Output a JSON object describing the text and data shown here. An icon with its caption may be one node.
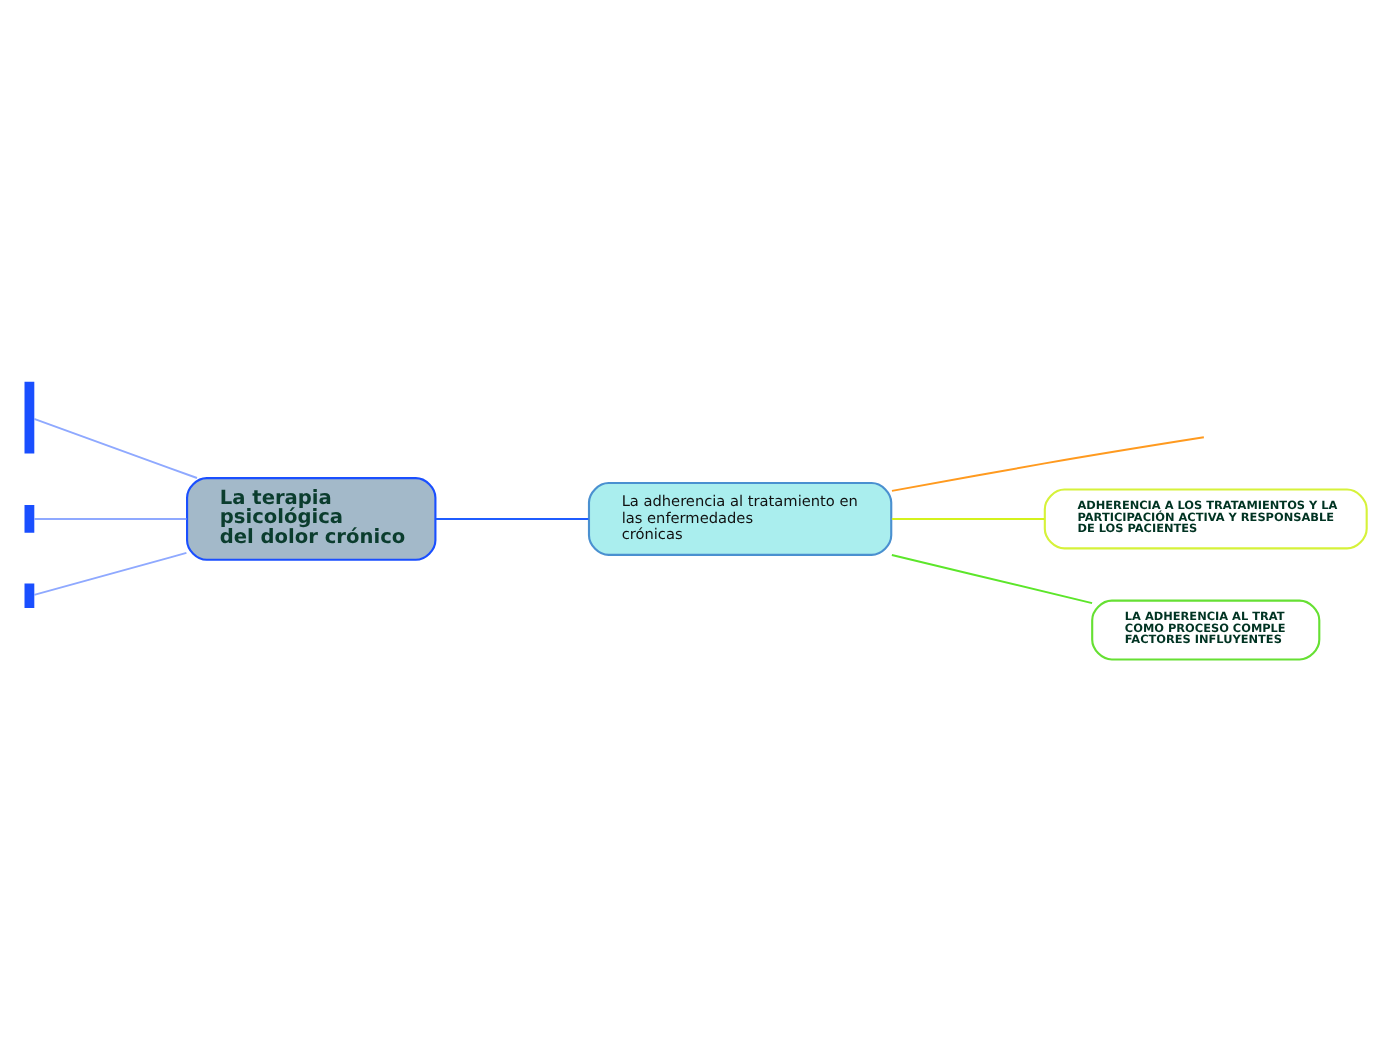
{
  "diagram": {
    "nodes": [
      {
        "text": [
          "La terapia psicológica del dolor crónico"
        ]
      },
      {
        "text": [
          "La adherencia al tratamiento en las enfermedades crónicas"
        ]
      },
      {
        "text": [
          "ADHERENCIA A LOS TRATAMIENTOS Y LA PARTICIPACIÓN ACTIVA Y RESPONSABLE DE LOS PACIENTES"
        ]
      },
      {
        "text": [
          "LA ADHERENCIA AL TRAT COMO PROCESO COMPLE FACTORES INFLUYENTES"
        ]
      },
      {
        "text": [],
        "shape": "bar"
      },
      {
        "text": [],
        "shape": "bar"
      },
      {
        "text": [],
        "shape": "bar"
      }
    ],
    "edges": [
      {
        "from": 0,
        "to": 4,
        "arrow": "none"
      },
      {
        "from": 0,
        "to": 5,
        "arrow": "none"
      },
      {
        "from": 0,
        "to": 6,
        "arrow": "none"
      },
      {
        "from": 0,
        "to": 1,
        "arrow": "none",
        "color": "#1f5cff"
      },
      {
        "from": 1,
        "to": null,
        "arrow": "none",
        "color": "#ff9a1f"
      },
      {
        "from": 1,
        "to": 2,
        "arrow": "none",
        "color": "#d4f21c"
      },
      {
        "from": 1,
        "to": 3,
        "arrow": "none",
        "color": "#5ce62a"
      }
    ]
  }
}
